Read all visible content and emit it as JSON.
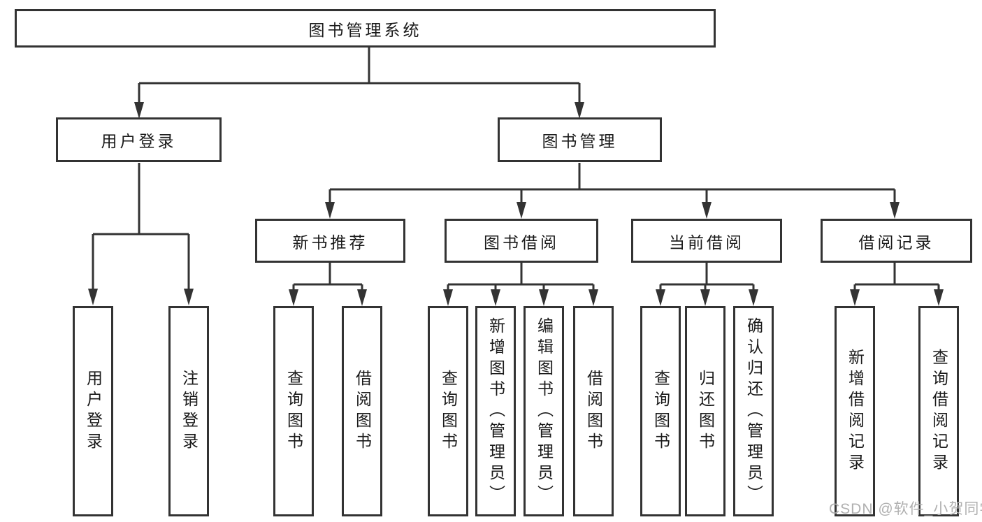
{
  "diagram_type": "functional-structure-tree",
  "tree": {
    "label": "图书管理系统",
    "children": [
      {
        "label": "用户登录",
        "children": [
          {
            "label": "用户登录"
          },
          {
            "label": "注销登录"
          }
        ]
      },
      {
        "label": "图书管理",
        "children": [
          {
            "label": "新书推荐",
            "children": [
              {
                "label": "查询图书"
              },
              {
                "label": "借阅图书"
              }
            ]
          },
          {
            "label": "图书借阅",
            "children": [
              {
                "label": "查询图书"
              },
              {
                "label": "新增图书（管理员）"
              },
              {
                "label": "编辑图书（管理员）"
              },
              {
                "label": "借阅图书"
              }
            ]
          },
          {
            "label": "当前借阅",
            "children": [
              {
                "label": "查询图书"
              },
              {
                "label": "归还图书"
              },
              {
                "label": "确认归还（管理员）"
              }
            ]
          },
          {
            "label": "借阅记录",
            "children": [
              {
                "label": "新增借阅记录"
              },
              {
                "label": "查询借阅记录"
              }
            ]
          }
        ]
      }
    ]
  },
  "watermark": {
    "text": "CSDN @软件_小贺同学"
  },
  "colors": {
    "line": "#333333",
    "box_border": "#333333",
    "box_fill": "#ffffff",
    "text": "#1a1a1a",
    "watermark": "#b0b0b0",
    "background": "#ffffff"
  }
}
